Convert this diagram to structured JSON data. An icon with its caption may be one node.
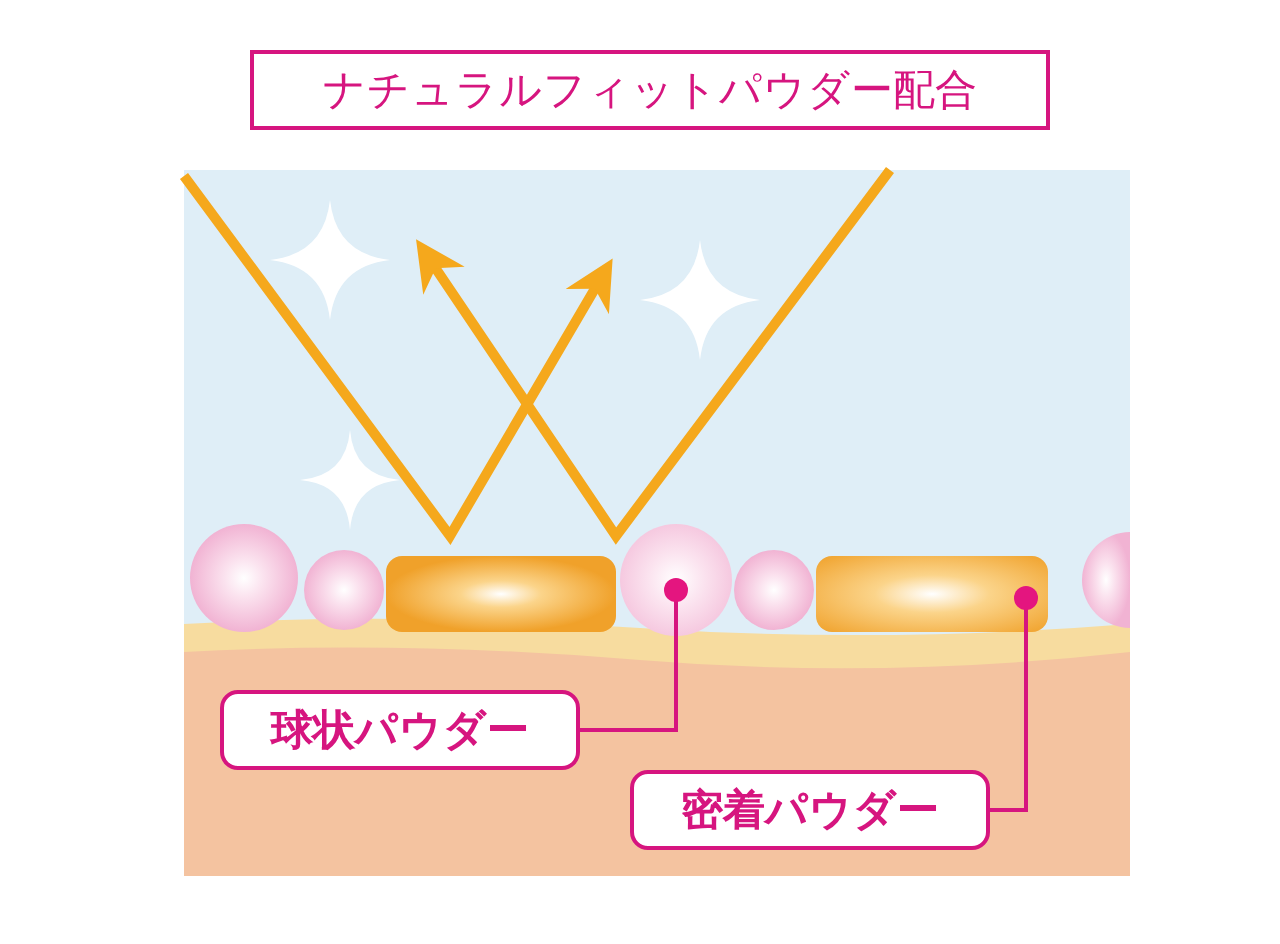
{
  "diagram": {
    "title": "ナチュラルフィットパウダー配合",
    "nodes": [
      {
        "text": [
          "球状パウダー"
        ]
      },
      {
        "text": [
          "密着パウダー"
        ]
      },
      {
        "text": [],
        "shape": "circle"
      },
      {
        "text": [],
        "shape": "bar"
      }
    ],
    "edges": [
      {
        "from": 0,
        "to": 2,
        "arrow": "other"
      },
      {
        "from": 1,
        "to": 3,
        "arrow": "other"
      }
    ]
  }
}
